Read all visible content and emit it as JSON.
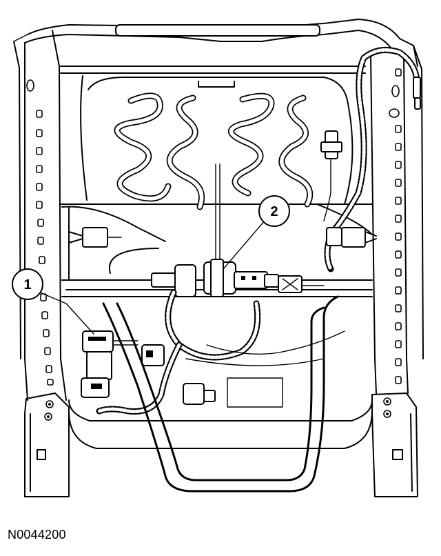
{
  "figure_id": "N0044200",
  "callouts": [
    {
      "label": "1"
    },
    {
      "label": "2"
    }
  ]
}
